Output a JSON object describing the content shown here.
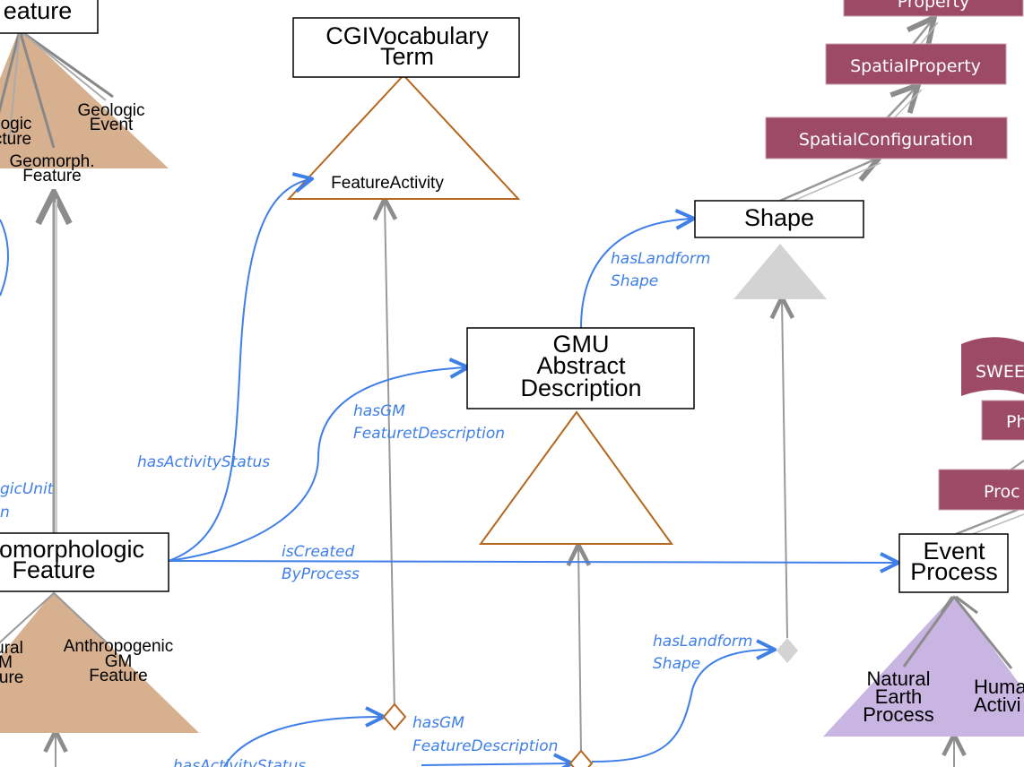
{
  "boxes": {
    "geologic_feature": [
      "eature"
    ],
    "cgi_term": [
      "CGIVocabulary",
      "Term"
    ],
    "shape": [
      "Shape"
    ],
    "gmu": [
      "GMU",
      "Abstract",
      "Description"
    ],
    "geomorph_feature": [
      "omorphologic",
      "Feature"
    ],
    "event_process": [
      "Event",
      "Process"
    ]
  },
  "triangle_labels": {
    "geologic_structure": [
      "ogic",
      "cture"
    ],
    "geologic_event": [
      "Geologic",
      "Event"
    ],
    "geomorph_feature": [
      "Geomorph.",
      "Feature"
    ],
    "feature_activity": "FeatureActivity",
    "natural_gm": [
      "ural",
      "M",
      "ture"
    ],
    "anthropogenic_gm": [
      "Anthropogenic",
      "GM",
      "Feature"
    ],
    "natural_earth_process": [
      "Natural",
      "Earth",
      "Process"
    ],
    "human_activity": [
      "Huma",
      "Activi"
    ]
  },
  "pills": {
    "property": "Property",
    "spatial_property": "SpatialProperty",
    "spatial_configuration": "SpatialConfiguration",
    "sweet": "SWEE",
    "ph": "Ph",
    "proc": "Proc"
  },
  "relations": {
    "has_activity_status": "hasActivityStatus",
    "has_gm_feature_description": [
      "hasGM",
      "FeaturetDescription"
    ],
    "has_landform_shape_top": [
      "hasLandform",
      "Shape"
    ],
    "is_created_by_process": [
      "isCreated",
      "ByProcess"
    ],
    "has_landform_shape_bottom": [
      "hasLandform",
      "Shape"
    ],
    "has_gm_feature_description_bottom": [
      "hasGM",
      "FeatureDescription"
    ],
    "has_activity_status_bottom": "hasActivityStatus",
    "geologic_unit": [
      "gicUnit",
      "n"
    ]
  },
  "colors": {
    "relation": "#3f7fe8",
    "pill": "#9c4a66",
    "brown_triangle": "#d6b08f",
    "purple_triangle": "#c8b5e2",
    "outline_triangle": "#b5671e",
    "grey": "#999999"
  }
}
